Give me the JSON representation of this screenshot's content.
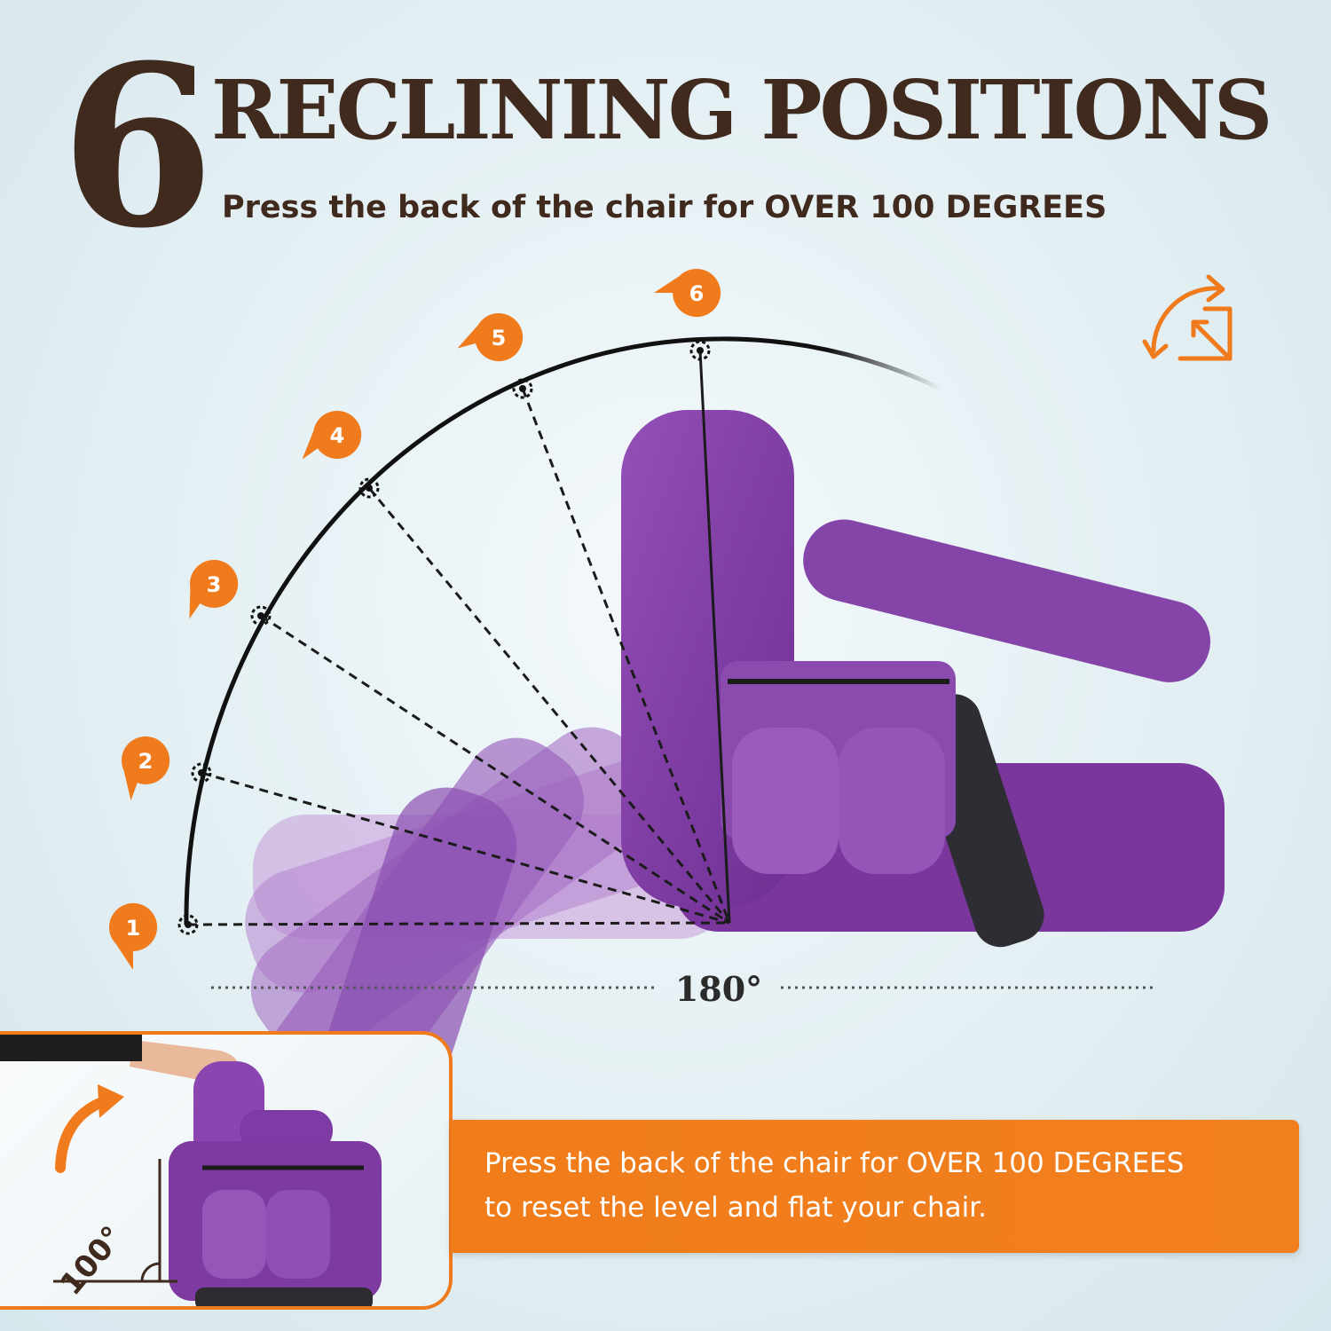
{
  "header": {
    "number": "6",
    "title": "RECLINING POSITIONS",
    "subtitle": "Press the back of the chair for OVER 100 DEGREES"
  },
  "diagram": {
    "positions": [
      "1",
      "2",
      "3",
      "4",
      "5",
      "6"
    ],
    "angle_label": "180°"
  },
  "reset": {
    "angle_label": "100°",
    "line1": "Press the back of the chair for OVER 100 DEGREES",
    "line2": "to reset the level and flat your chair."
  },
  "colors": {
    "accent": "#ef7b1d",
    "text_dark": "#3f2a1d",
    "chair_purple": "#7d3aa0"
  }
}
